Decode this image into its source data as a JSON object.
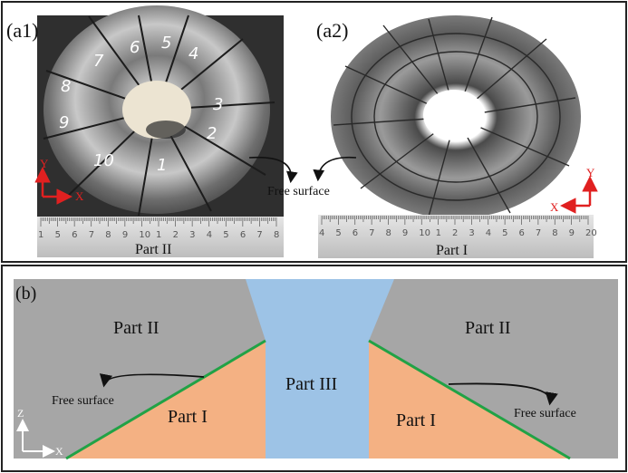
{
  "panel_a": {
    "label_a1": "(a1)",
    "label_a2": "(a2)",
    "free_surface": "Free surface",
    "photo_left": {
      "part_label": "Part II",
      "axis_y": "Y",
      "axis_x": "X",
      "piece_numbers": [
        "7",
        "6",
        "5",
        "4",
        "8",
        "3",
        "9",
        "2",
        "10",
        "1"
      ],
      "ruler_ticks": [
        "1",
        "5",
        "6",
        "7",
        "8",
        "9",
        "10",
        "1",
        "2",
        "3",
        "4",
        "5",
        "6",
        "7",
        "8"
      ]
    },
    "photo_right": {
      "part_label": "Part I",
      "axis_y": "Y",
      "axis_x": "X",
      "ruler_ticks": [
        "4",
        "5",
        "6",
        "7",
        "8",
        "9",
        "10",
        "1",
        "2",
        "3",
        "4",
        "5",
        "6",
        "7",
        "8",
        "9",
        "20"
      ]
    }
  },
  "panel_b": {
    "label_b": "(b)",
    "part_ii_left": "Part II",
    "part_ii_right": "Part II",
    "part_iii": "Part III",
    "part_i_left": "Part I",
    "part_i_right": "Part I",
    "free_surface_left": "Free surface",
    "free_surface_right": "Free surface",
    "axis_z": "Z",
    "axis_x": "X"
  },
  "colors": {
    "part_ii": "#a6a6a6",
    "part_iii": "#9dc3e6",
    "part_i": "#f4b183",
    "interface": "#21a246",
    "axis_red": "#e02020"
  }
}
